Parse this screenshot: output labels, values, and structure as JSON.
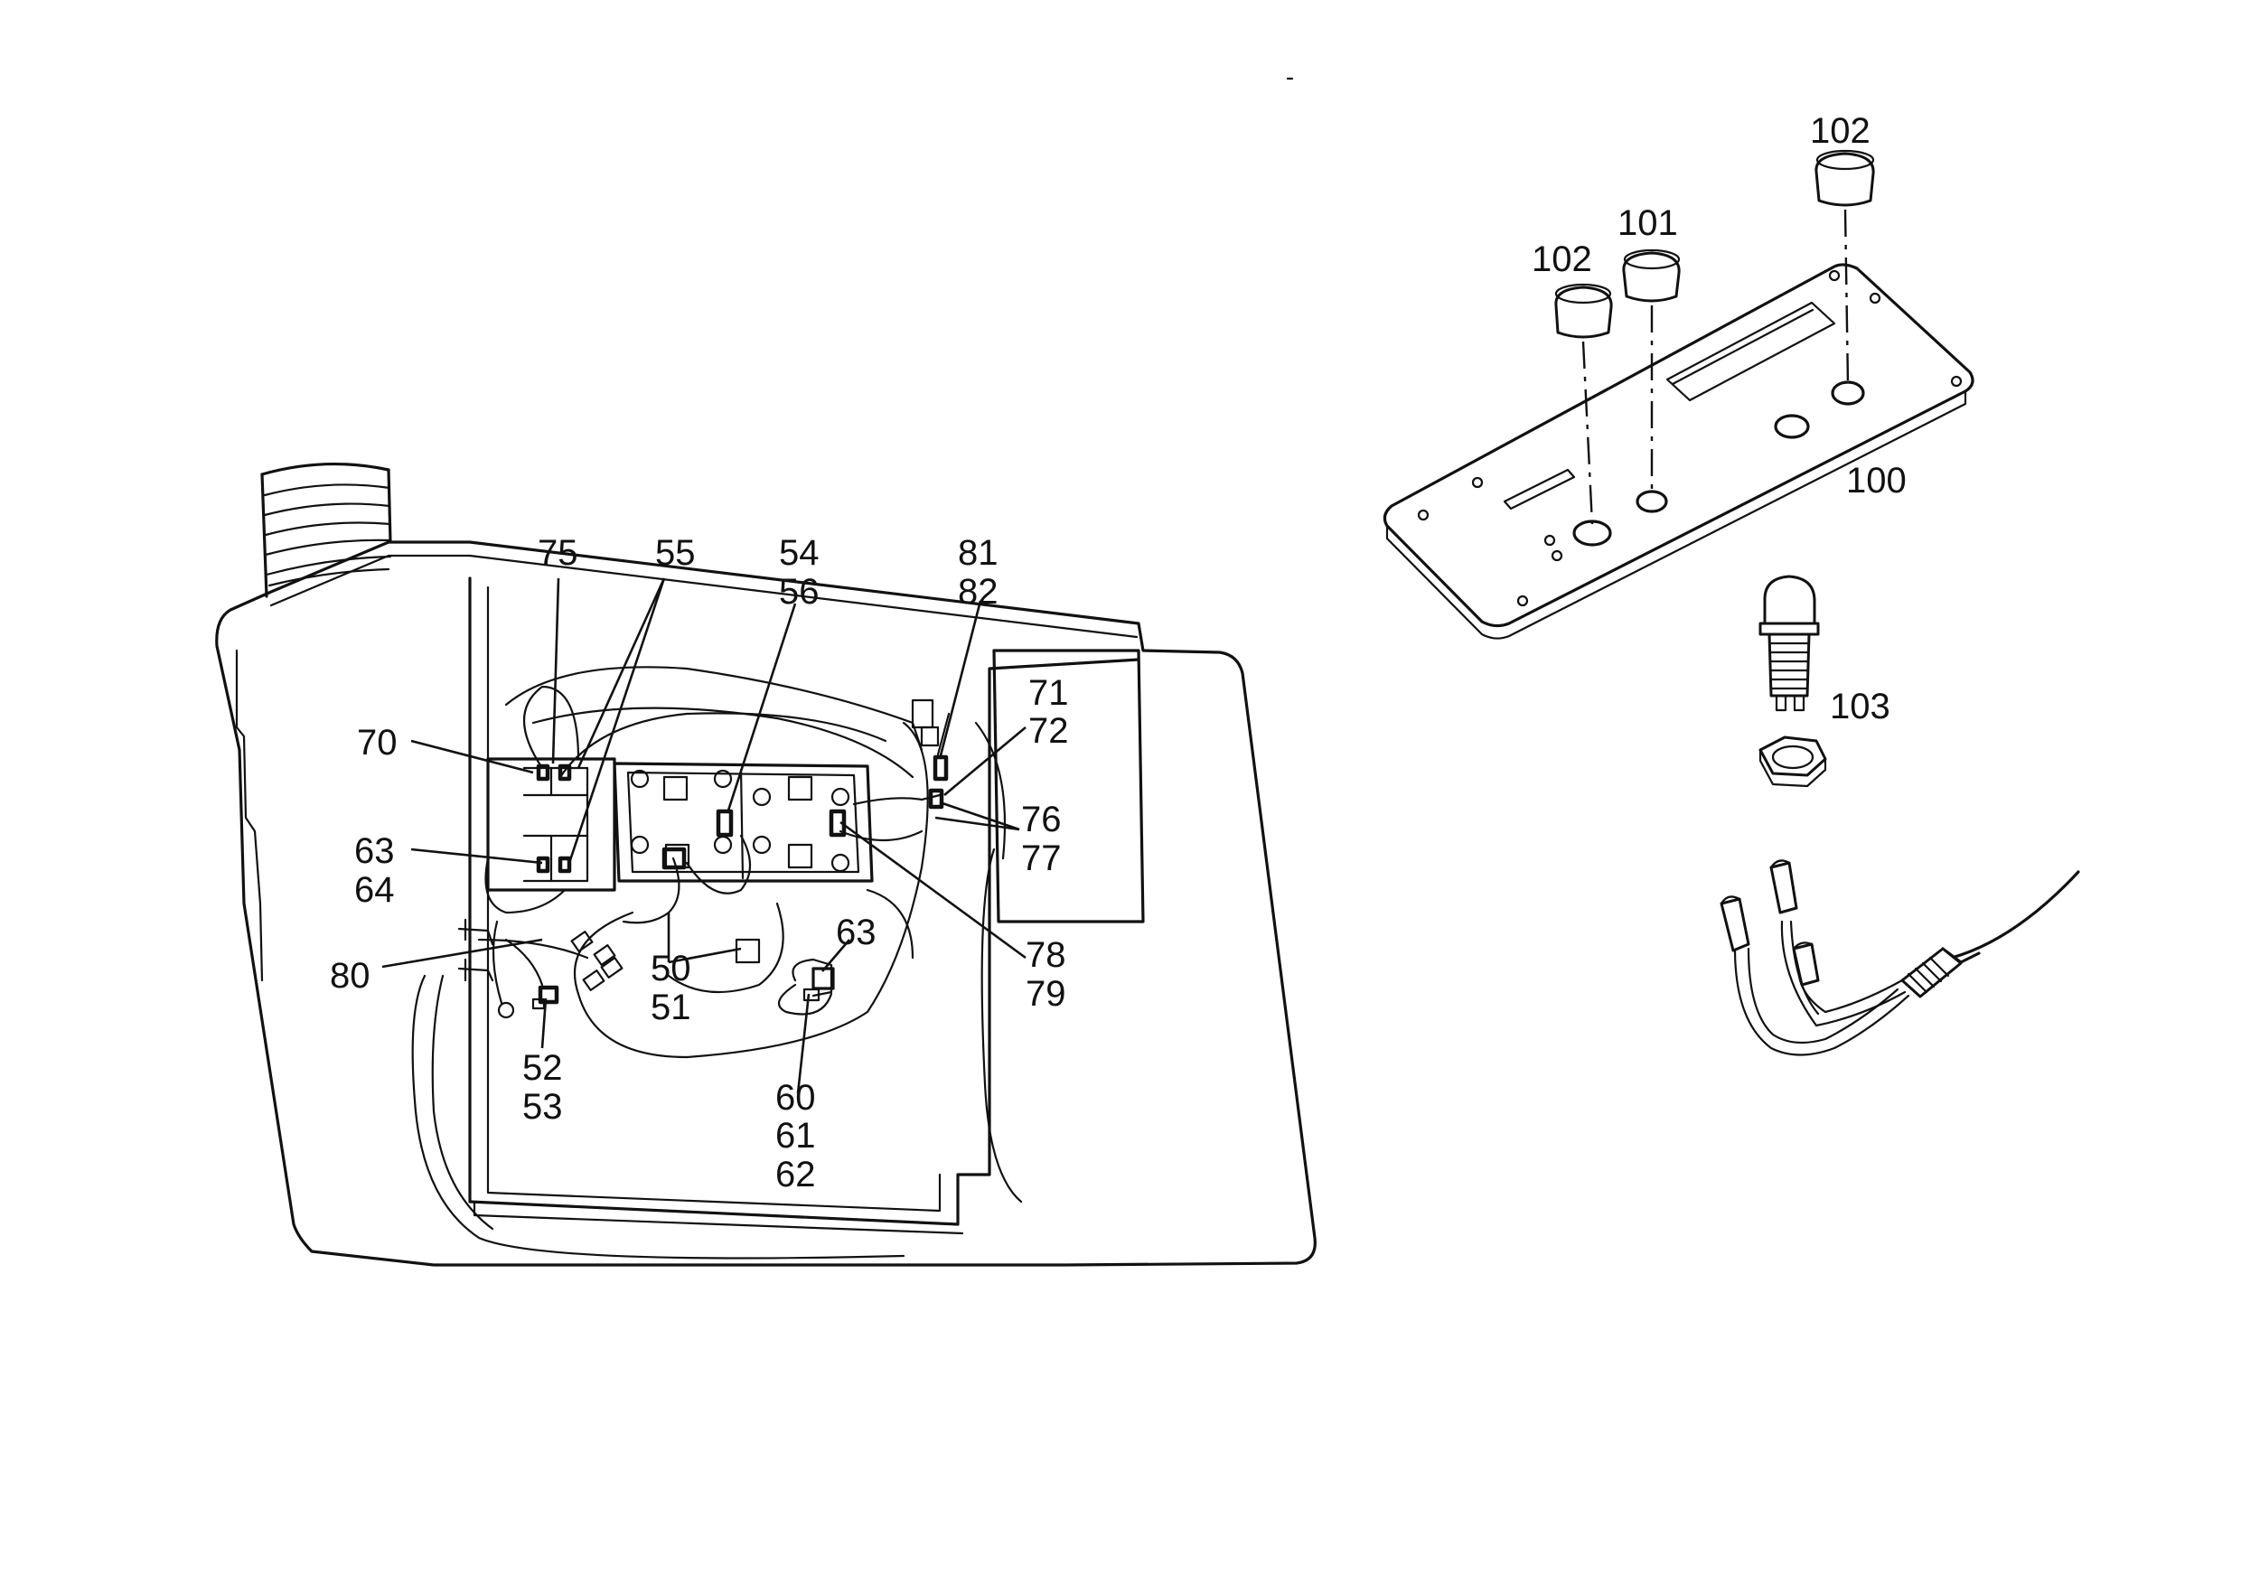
{
  "labels": {
    "l75": "75",
    "l55": "55",
    "l54": "54",
    "l56": "56",
    "l81": "81",
    "l82": "82",
    "l70": "70",
    "l71": "71",
    "l72": "72",
    "l63a": "63",
    "l64": "64",
    "l76": "76",
    "l77": "77",
    "l80": "80",
    "l50": "50",
    "l51": "51",
    "l63b": "63",
    "l78": "78",
    "l79": "79",
    "l52": "52",
    "l53": "53",
    "l60": "60",
    "l61": "61",
    "l62": "62",
    "l102a": "102",
    "l101": "101",
    "l102b": "102",
    "l100": "100",
    "l103": "103"
  }
}
